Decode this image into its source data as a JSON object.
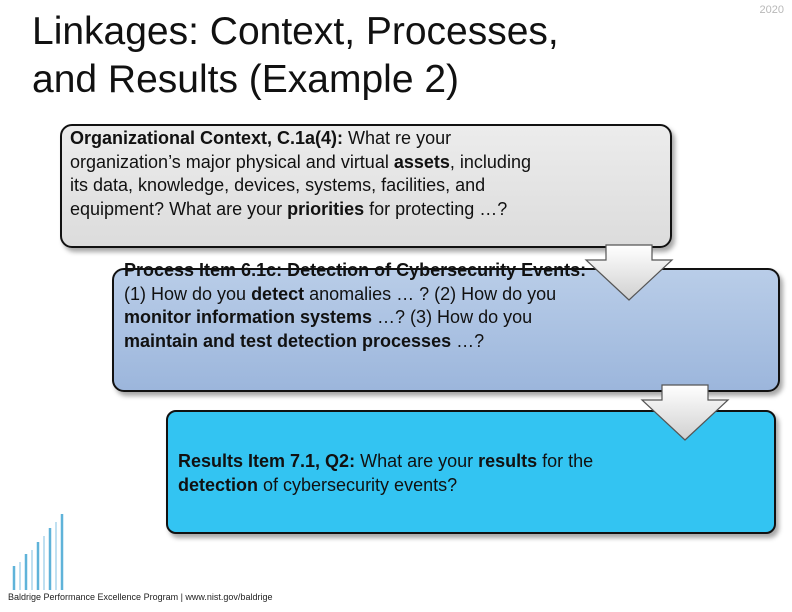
{
  "title_line1": "Linkages: Context, Processes,",
  "title_line2": "and Results (Example 2)",
  "year": "2020",
  "box1": {
    "b1": "Organizational Context, C.1a(4):",
    "n1": " What re your organization’s major physical and virtual ",
    "b2": "assets",
    "n2": ", including its data, knowledge, devices, systems, facilities, and equipment? What are your ",
    "b3": "priorities",
    "n3": " for protecting …?"
  },
  "box2": {
    "b1": "Process Item 6.1c: Detection of Cybersecurity Events:",
    "n1": " (1) How do you ",
    "b2": "detect",
    "n2": " anomalies … ? (2) How do you ",
    "b3": "monitor information systems",
    "n3": " …? (3) How do you ",
    "b4": "maintain and test detection processes",
    "n4": " …?"
  },
  "box3": {
    "b1": "Results Item 7.1, Q2:",
    "n1": " What are your ",
    "b2": "results",
    "n2": " for the ",
    "b3": "detection",
    "n3": " of cybersecurity events?"
  },
  "footer": "Baldrige Performance Excellence Program | www.nist.gov/baldrige",
  "colors": {
    "box1": "#e4e4e4",
    "box2": "#a9c1e2",
    "box3": "#33c4f2"
  }
}
